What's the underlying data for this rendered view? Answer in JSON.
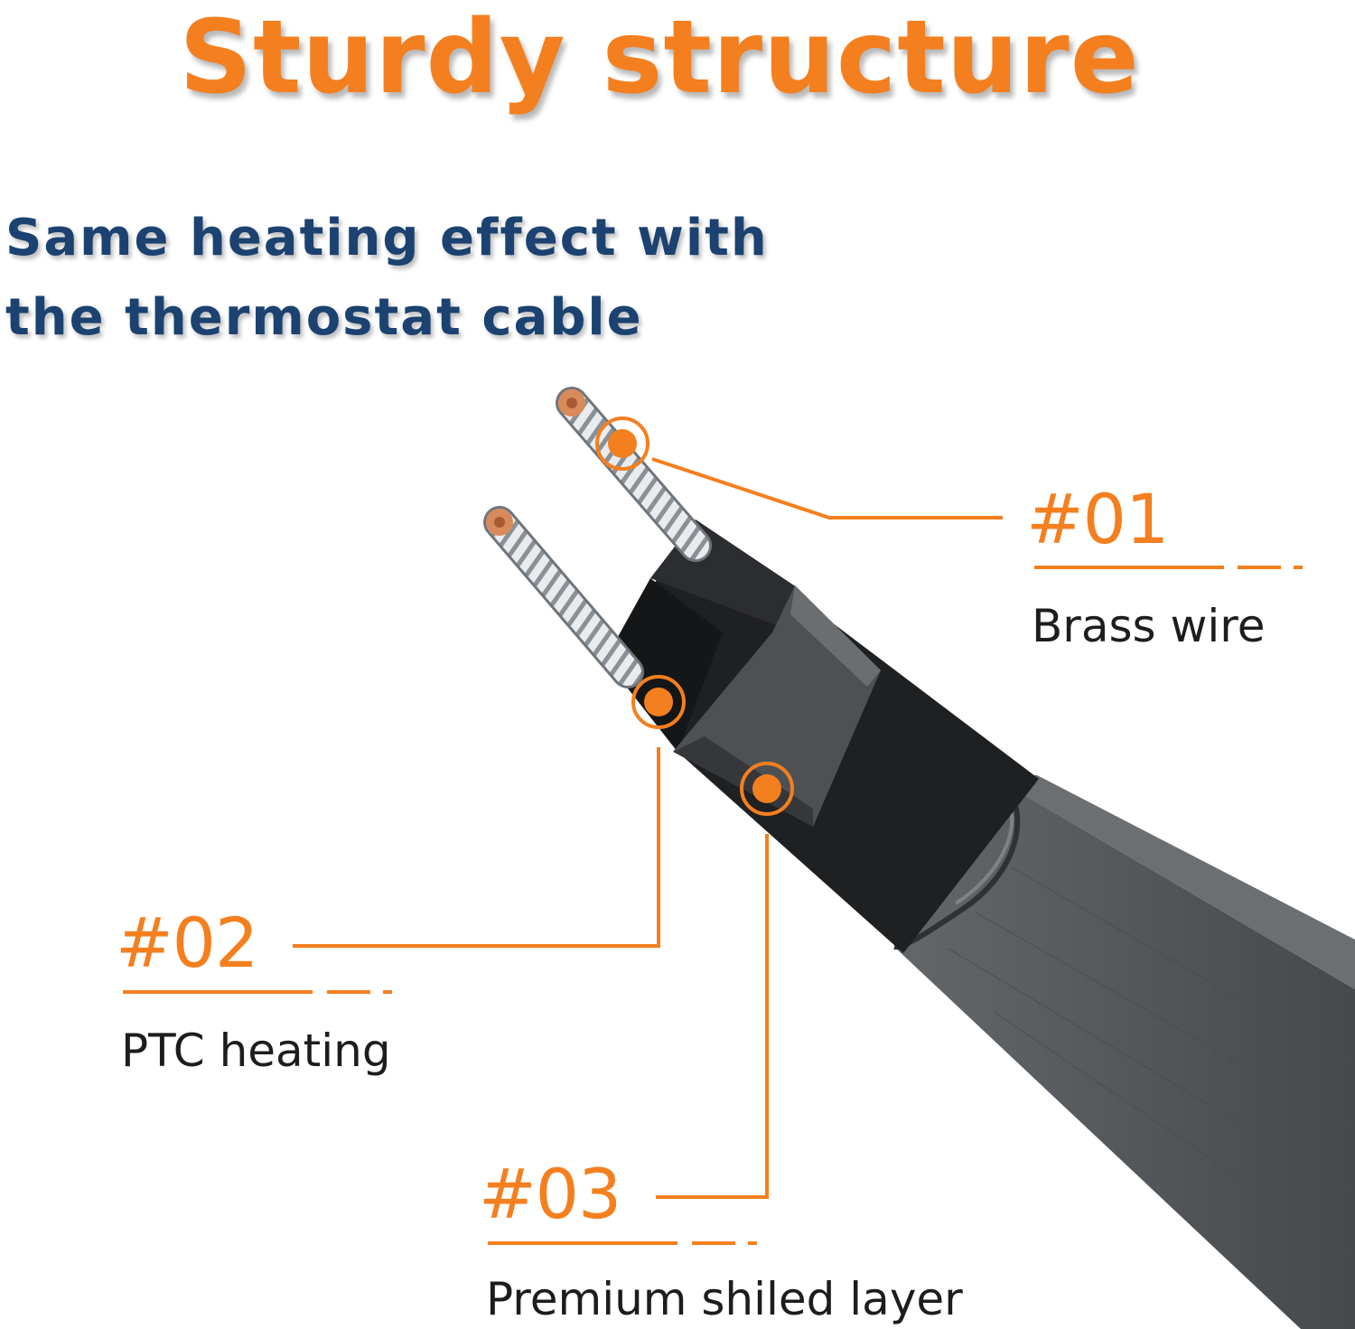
{
  "title": "Sturdy structure",
  "subtitle": {
    "line1": "Same heating effect with",
    "line2": "the thermostat cable"
  },
  "callouts": [
    {
      "number": "#01",
      "label": "Brass wire"
    },
    {
      "number": "#02",
      "label": "PTC heating"
    },
    {
      "number": "#03",
      "label": "Premium shiled layer"
    }
  ],
  "colors": {
    "accent": "#f47f1f",
    "subtitle": "#1b4270",
    "label": "#1d1d1d",
    "outer_jacket": "#54585b",
    "inner_core": "#1f2022",
    "copper": "#d98a5b"
  }
}
